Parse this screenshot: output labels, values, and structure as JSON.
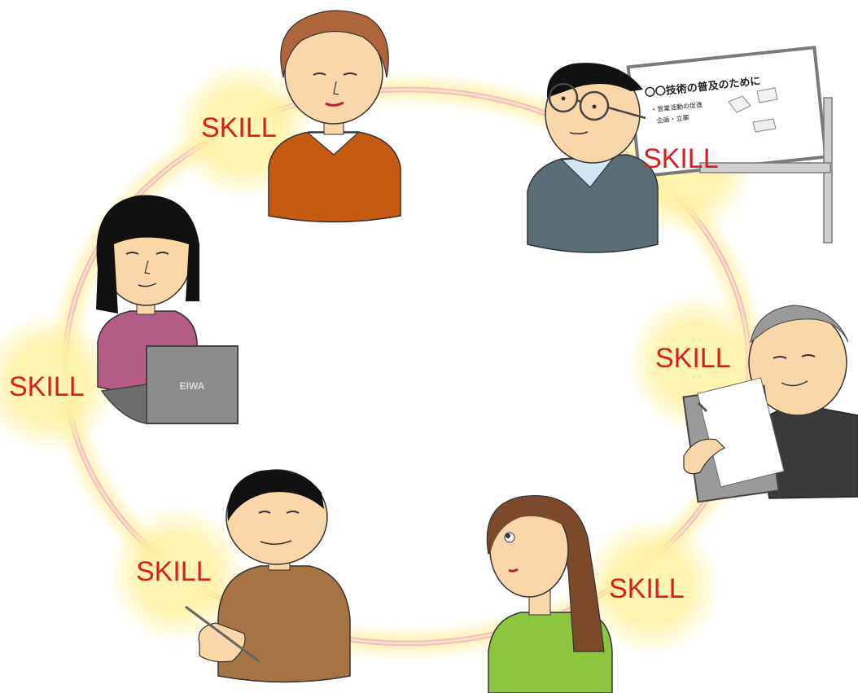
{
  "labels": {
    "skill_1": "SKILL",
    "skill_2": "SKILL",
    "skill_3": "SKILL",
    "skill_4": "SKILL",
    "skill_5": "SKILL",
    "skill_6": "SKILL"
  },
  "laptop_brand": "EIWA",
  "whiteboard": {
    "title": "〇〇技術の普及のために",
    "line_1": "・営業活動の促進",
    "line_2": "企画・立案"
  },
  "colors": {
    "skill_text": "#d81e1e",
    "ring_pink": "#f2b3a8",
    "glow_yellow": "#fff1a6"
  }
}
